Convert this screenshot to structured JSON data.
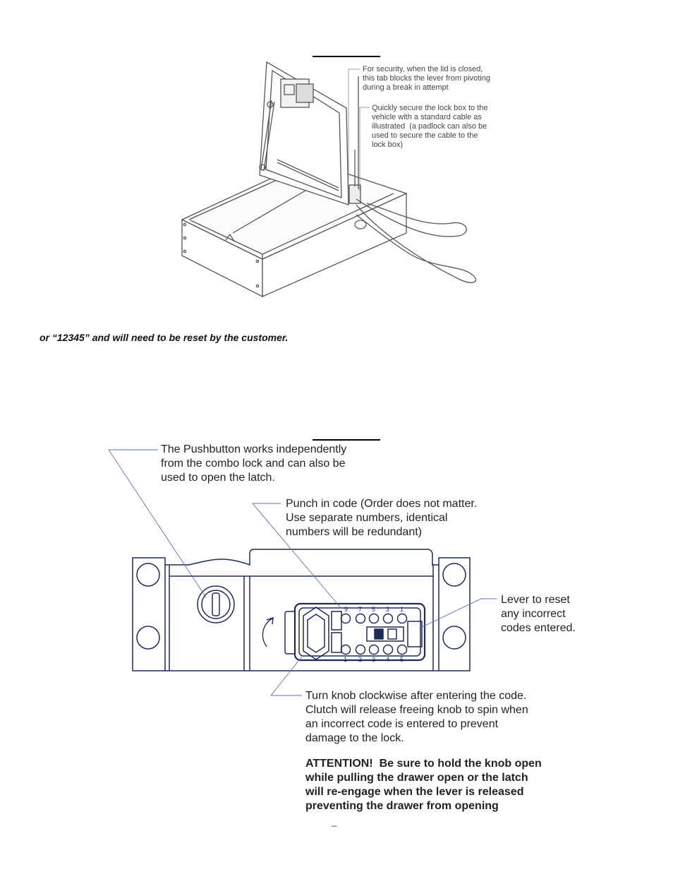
{
  "figure1": {
    "callouts": [
      "For security, when the lid is closed,\nthis tab blocks the lever from pivoting\nduring a break in attempt",
      "Quickly secure the lock box to the\nvehicle with a standard cable as\nillustrated  (a padlock can also be\nused to secure the cable to the\nlock box)"
    ]
  },
  "body_text": "or “12345” and will need to be reset by the customer.",
  "figure2": {
    "callouts": {
      "pushbutton": "The Pushbutton works independently\nfrom the combo lock and can also be\nused to open the latch.",
      "punch_code": "Punch in code (Order does not matter.\nUse separate numbers, identical\nnumbers will be redundant)",
      "lever_reset": "Lever to reset\nany incorrect\ncodes entered.",
      "turn_knob": "Turn knob clockwise after entering the code.\nClutch will release freeing knob to spin when\nan incorrect code is entered to prevent\ndamage to the lock.",
      "attention": "ATTENTION!  Be sure to hold the knob open\nwhile pulling the drawer open or the latch\nwill re-engage when the lever is released\npreventing the drawer from opening"
    },
    "keypad_top_digits": [
      "9",
      "7",
      "5",
      "3",
      "1"
    ],
    "keypad_bottom_digits": [
      "1",
      "2",
      "3",
      "4",
      "5"
    ],
    "page_marker": "_"
  },
  "colors": {
    "drawing": "#1d2a5a",
    "leader": "#5b6fb5",
    "text": "#222222"
  }
}
